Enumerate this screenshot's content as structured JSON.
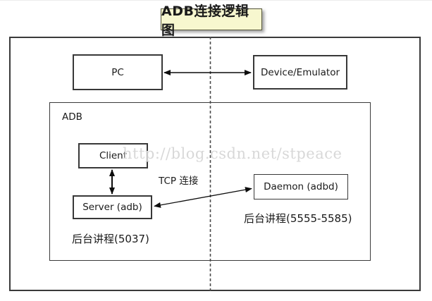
{
  "watermark": "http://blog.csdn.net/stpeace",
  "diagram": {
    "title": "ADB连接逻辑图",
    "nodes": {
      "pc": "PC",
      "device": "Device/Emulator",
      "adb_container": "ADB",
      "client": "Client",
      "server": "Server (adb)",
      "daemon": "Daemon (adbd)"
    },
    "annotations": {
      "tcp_link": "TCP 连接",
      "server_process": "后台讲程(5037)",
      "daemon_process": "后台讲程(5555-5585)"
    },
    "colors": {
      "title_bg": "#f7f7cf",
      "box_border": "#3a3a3a",
      "arrow": "#0d0d0d",
      "watermark_gray": "#d8d8d8"
    }
  }
}
